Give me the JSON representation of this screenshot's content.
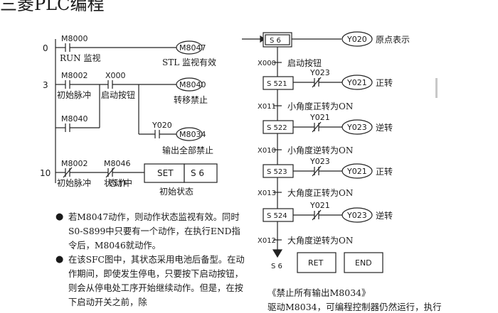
{
  "header": {
    "title": "三菱PLC编程"
  },
  "ladder": {
    "steps": [
      "0",
      "3",
      "10"
    ],
    "contacts": {
      "m8000": "M8000",
      "run_label": "RUN 监视",
      "m8002_a": "M8002",
      "init_pulse_a": "初始脉冲",
      "x000": "X000",
      "start_btn": "启动按钮",
      "m8040": "M8040",
      "y020": "Y020",
      "m8002_b": "M8002",
      "init_pulse_b": "初始脉冲",
      "m8046": "M8046",
      "state_action": "状态动作中"
    },
    "coils": {
      "m8047": "M8047",
      "m8047_desc": "STL 监视有效",
      "m8040": "M8040",
      "m8040_desc": "转移禁止",
      "m8034": "M8034",
      "m8034_desc": "输出全部禁止"
    },
    "set_instr": {
      "op": "SET",
      "operand": "S 6",
      "desc": "初始状态"
    }
  },
  "sfc": {
    "init_step": "S 6",
    "init_output": "Y020",
    "init_output_desc": "原点表示",
    "transitions": [
      {
        "contact": "X000",
        "desc": "启动按钮"
      },
      {
        "contact": "X011",
        "desc": "小角度正转为ON"
      },
      {
        "contact": "X010",
        "desc": "小角度逆转为ON"
      },
      {
        "contact": "X013",
        "desc": "大角度正转为ON"
      },
      {
        "contact": "X012",
        "desc": "大角度逆转为ON"
      }
    ],
    "steps": [
      {
        "label": "S 521",
        "interlock": "Y023",
        "output": "Y021",
        "desc": "正转"
      },
      {
        "label": "S 522",
        "interlock": "Y021",
        "output": "Y023",
        "desc": "逆转"
      },
      {
        "label": "S 523",
        "interlock": "Y023",
        "output": "Y021",
        "desc": "正转"
      },
      {
        "label": "S 524",
        "interlock": "Y021",
        "output": "Y023",
        "desc": "逆转"
      }
    ],
    "jump_target": "S 6",
    "ret": "RET",
    "end": "END"
  },
  "notes": [
    "若M8047动作，则动作状态监视有效。同时S0-S899中只要有一个动作，在执行END指令后，M8046就动作。",
    "在该SFC图中，其状态采用电池后备型。在动作期间，即使发生停电，只要按下启动按钮，则会从停电处工序开始继续动作。但是，在按下启动开关之前，除"
  ],
  "right_text": {
    "caption": "《禁止所有输出M8034》",
    "body": "驱动M8034，可编程控制器仍然运行，执行"
  }
}
